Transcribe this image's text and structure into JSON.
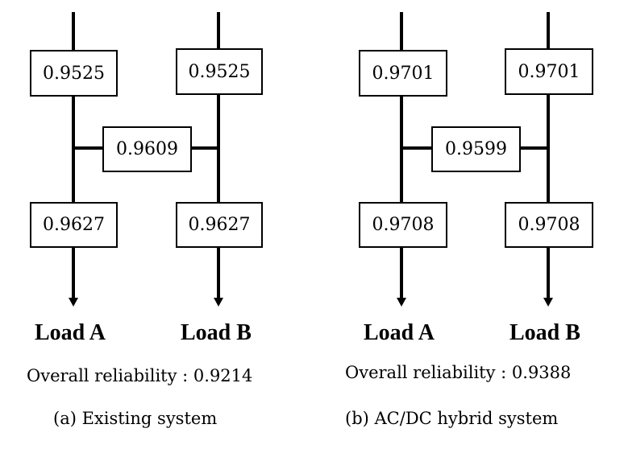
{
  "diagrams": [
    {
      "feeder_a_top": "0.9525",
      "feeder_b_top": "0.9525",
      "tie": "0.9609",
      "feeder_a_bottom": "0.9627",
      "feeder_b_bottom": "0.9627",
      "load_a": "Load A",
      "load_b": "Load B",
      "overall": "Overall reliability : 0.9214",
      "caption": "(a) Existing system"
    },
    {
      "feeder_a_top": "0.9701",
      "feeder_b_top": "0.9701",
      "tie": "0.9599",
      "feeder_a_bottom": "0.9708",
      "feeder_b_bottom": "0.9708",
      "load_a": "Load A",
      "load_b": "Load B",
      "overall": "Overall reliability : 0.9388",
      "caption": "(b) AC/DC hybrid system"
    }
  ]
}
